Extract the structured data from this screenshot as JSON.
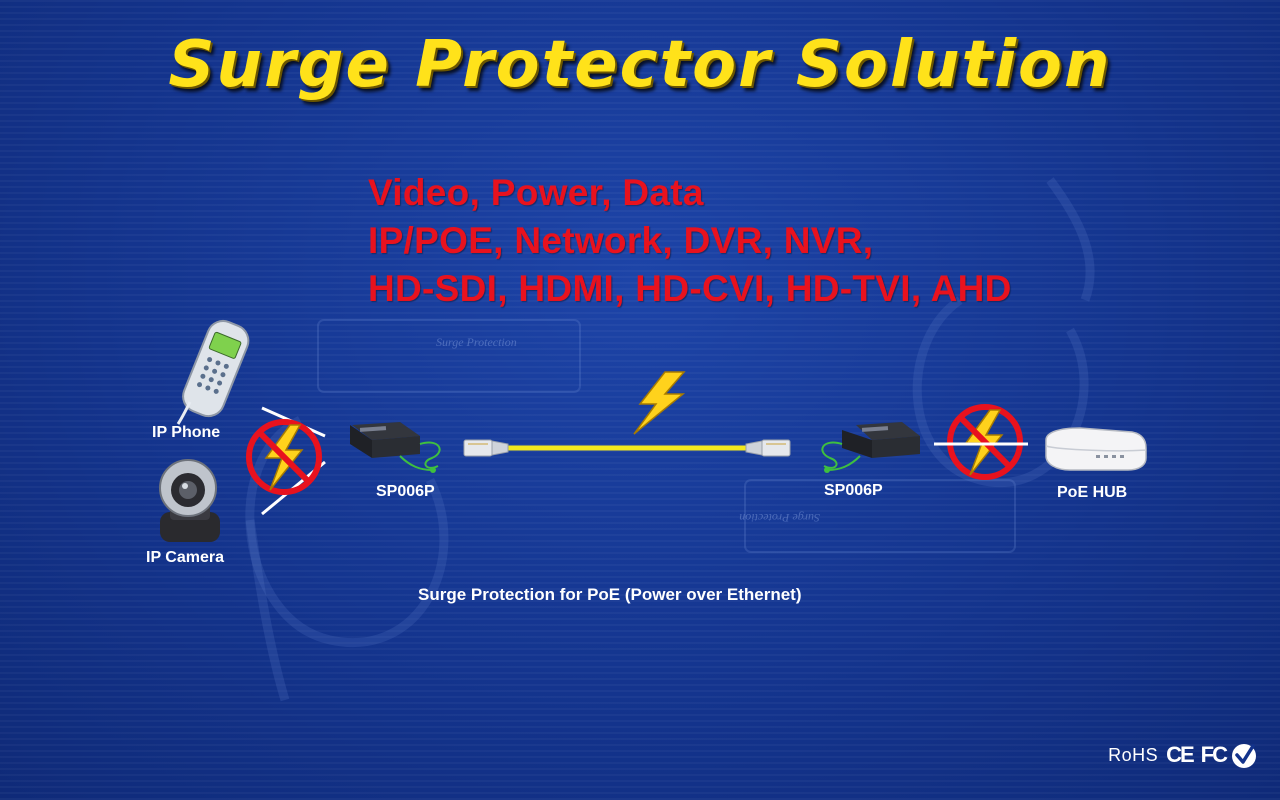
{
  "title": "Surge Protector Solution",
  "features": [
    "Video, Power, Data",
    "IP/POE, Network, DVR, NVR,",
    "HD-SDI, HDMI, HD-CVI, HD-TVI, AHD"
  ],
  "devices": {
    "ip_phone": "IP Phone",
    "ip_camera": "IP Camera",
    "protector_left": "SP006P",
    "protector_right": "SP006P",
    "poe_hub": "PoE HUB"
  },
  "background_label": "Surge Protection",
  "caption": "Surge Protection for PoE (Power over Ethernet)",
  "certifications": [
    "RoHS",
    "CE",
    "FC"
  ],
  "icons": [
    "lightning-icon",
    "no-surge-icon",
    "check-circle-icon"
  ],
  "colors": {
    "background": "#13338c",
    "title": "#ffe21a",
    "features": "#e8121e",
    "cable": "#f2e81e",
    "prohibit": "#e8121e",
    "ground_wire": "#3fbf3f"
  }
}
